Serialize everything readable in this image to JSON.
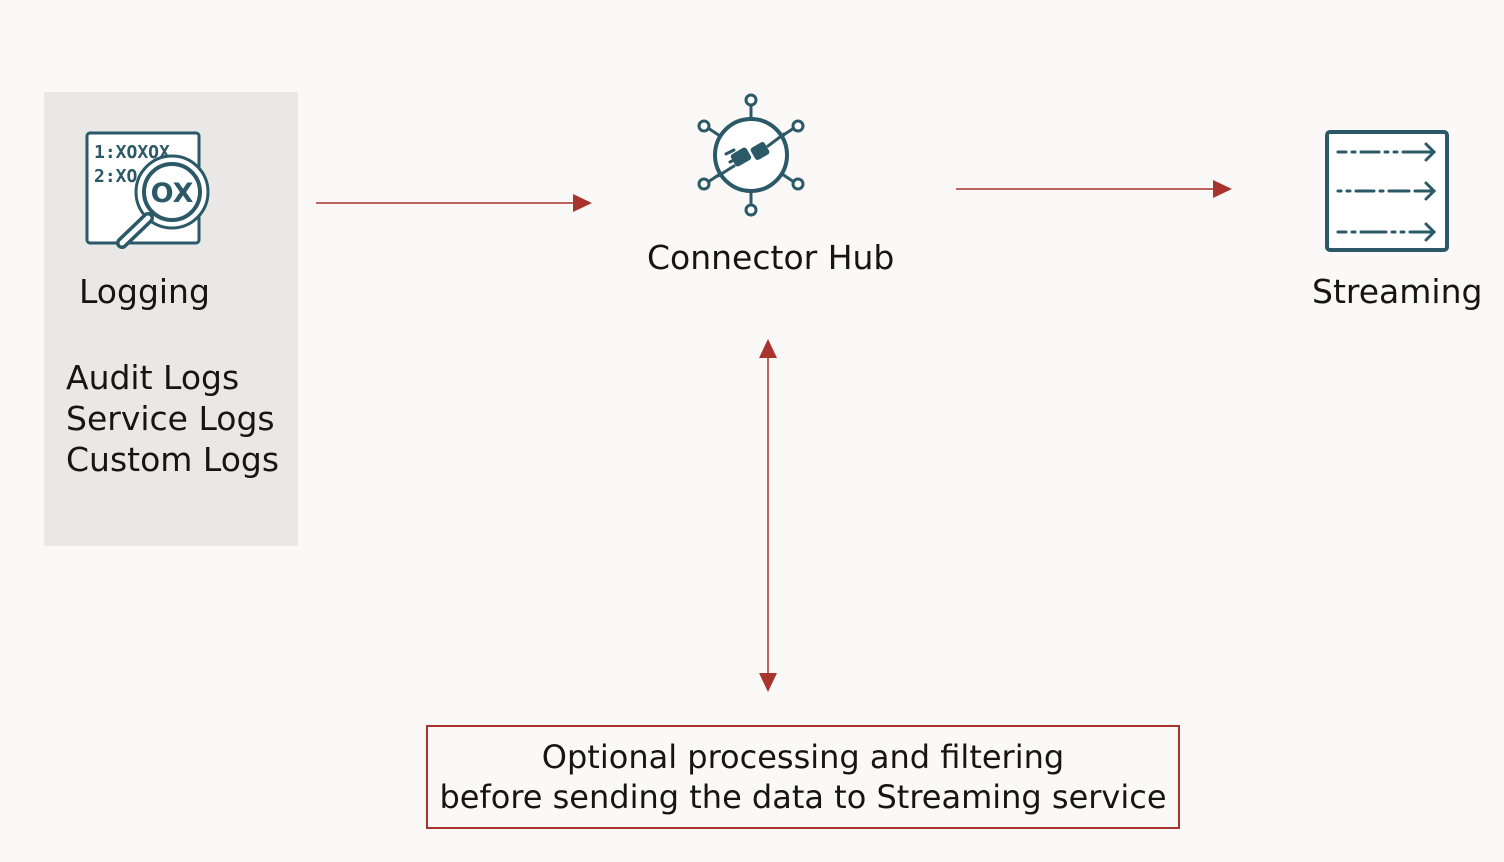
{
  "colors": {
    "background": "#fbf9f8",
    "panel": "#e9e8e6",
    "icon": "#2c5967",
    "arrow": "#a9332d",
    "text": "#161513"
  },
  "source": {
    "title": "Logging",
    "icon": "log-search-icon",
    "icon_text_line1": "1:XOXOX",
    "icon_text_line2": "2:XO",
    "icon_lens_text": "OX",
    "items": [
      "Audit Logs",
      "Service Logs",
      "Custom Logs"
    ]
  },
  "hub": {
    "title": "Connector Hub",
    "icon": "connector-hub-icon"
  },
  "target": {
    "title": "Streaming",
    "icon": "streaming-icon"
  },
  "note": {
    "line1": "Optional processing and filtering",
    "line2": "before sending the data to Streaming service"
  }
}
